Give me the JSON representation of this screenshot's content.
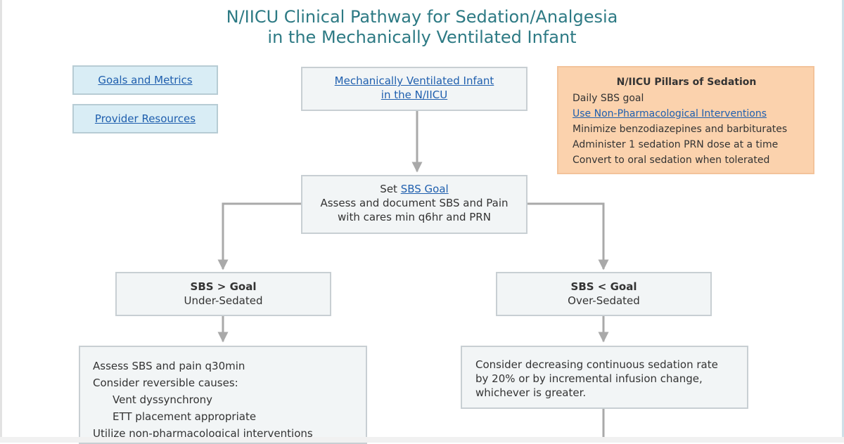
{
  "title": {
    "line1": "N/IICU Clinical Pathway for Sedation/Analgesia",
    "line2": "in the Mechanically Ventilated Infant"
  },
  "links": {
    "goals": "Goals and Metrics",
    "resources": "Provider Resources"
  },
  "start": {
    "line1": "Mechanically Ventilated Infant",
    "line2": "in the N/IICU"
  },
  "pillars": {
    "title": "N/IICU Pillars of Sedation",
    "items": [
      "Daily SBS goal",
      "Use Non-Pharmacological Interventions",
      "Minimize benzodiazepines and barbiturates",
      "Administer 1 sedation PRN dose at a time",
      "Convert to oral sedation when tolerated"
    ]
  },
  "set_goal": {
    "prefix": "Set ",
    "link": "SBS Goal",
    "line2": "Assess and document SBS and Pain",
    "line3": "with cares min q6hr and PRN"
  },
  "under": {
    "title": "SBS > Goal",
    "subtitle": "Under-Sedated"
  },
  "over": {
    "title": "SBS < Goal",
    "subtitle": "Over-Sedated"
  },
  "assess": {
    "lines": [
      "Assess SBS and pain q30min",
      "Consider reversible causes:",
      "Vent dyssynchrony",
      "ETT placement appropriate",
      "Utilize non-pharmacological interventions"
    ]
  },
  "decrease": {
    "lines": [
      "Consider decreasing continuous sedation rate",
      "by 20% or by incremental infusion change,",
      "whichever is greater."
    ]
  },
  "colors": {
    "title": "#2d7a84",
    "link": "#1f5fae",
    "box_fill": "#f2f5f6",
    "link_box_fill": "#d9edf5",
    "pillars_fill": "#fbd2ad",
    "connector": "#a9a9a9"
  }
}
